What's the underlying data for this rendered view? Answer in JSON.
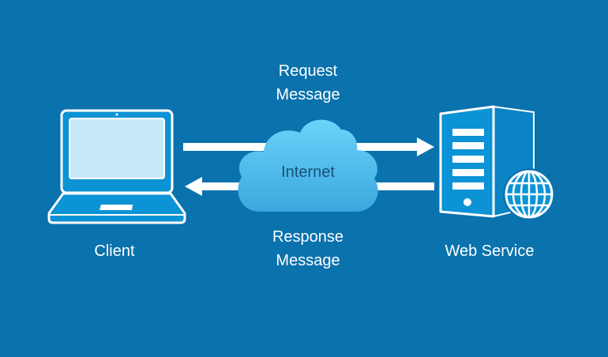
{
  "diagram": {
    "title": "Client - Web Service communication",
    "colors": {
      "background": "#0a72ad",
      "device_fill": "#0b93d6",
      "screen_fill": "#c6e8f9",
      "cloud_top": "#6ad3fa",
      "cloud_bottom": "#3aa8dd",
      "arrow": "#ffffff",
      "cloud_text": "#1a4f7a"
    },
    "nodes": {
      "client": {
        "label": "Client",
        "icon": "laptop-icon"
      },
      "internet": {
        "label": "Internet",
        "icon": "cloud-icon"
      },
      "service": {
        "label": "Web Service",
        "icon": "server-icon",
        "badge_icon": "globe-icon"
      }
    },
    "edges": {
      "request": {
        "label_line1": "Request",
        "label_line2": "Message",
        "from": "client",
        "to": "service"
      },
      "response": {
        "label_line1": "Response",
        "label_line2": "Message",
        "from": "service",
        "to": "client"
      }
    }
  }
}
